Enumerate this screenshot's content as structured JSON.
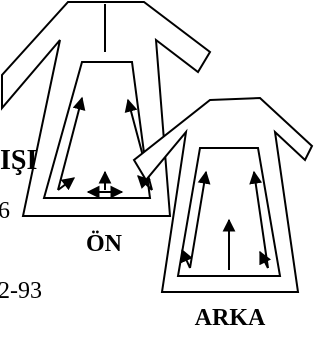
{
  "left_fragments": {
    "line1": "IŞI",
    "line2": "6",
    "line3": "2-93"
  },
  "labels": {
    "front": "ÖN",
    "back": "ARKA"
  }
}
